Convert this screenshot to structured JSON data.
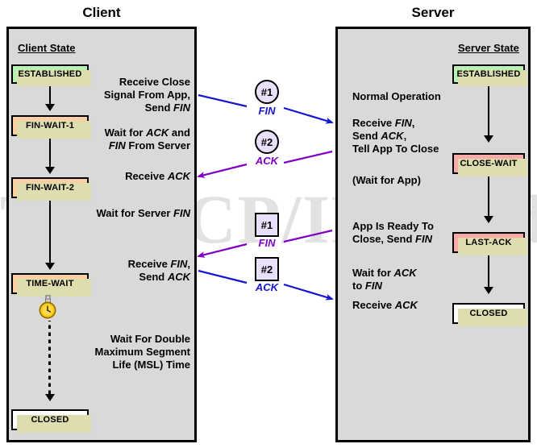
{
  "watermark": "The TCP/IP Guide",
  "columns": {
    "client_title": "Client",
    "server_title": "Server"
  },
  "client": {
    "heading": "Client State",
    "states": [
      {
        "label": "ESTABLISHED",
        "color": "#b6f2b6"
      },
      {
        "label": "FIN-WAIT-1",
        "color": "#fbcfa4"
      },
      {
        "label": "FIN-WAIT-2",
        "color": "#fbcfa4"
      },
      {
        "label": "TIME-WAIT",
        "color": "#fbcfa4"
      },
      {
        "label": "CLOSED",
        "color": "#ffffff"
      }
    ],
    "notes": [
      {
        "lines": [
          "Receive Close",
          "Signal From App,",
          "Send FIN"
        ]
      },
      {
        "lines": [
          "Wait for ACK and",
          "FIN From Server"
        ]
      },
      {
        "lines": [
          "Receive ACK"
        ]
      },
      {
        "lines": [
          "Wait for Server FIN"
        ]
      },
      {
        "lines": [
          "Receive FIN,",
          "Send ACK"
        ]
      },
      {
        "lines": [
          "Wait For Double",
          "Maximum Segment",
          "Life (MSL) Time"
        ]
      }
    ],
    "timer_icon": "pocket-watch-icon"
  },
  "server": {
    "heading": "Server State",
    "states": [
      {
        "label": "ESTABLISHED",
        "color": "#b6f2b6"
      },
      {
        "label": "CLOSE-WAIT",
        "color": "#fbaaaa"
      },
      {
        "label": "LAST-ACK",
        "color": "#fbaaaa"
      },
      {
        "label": "CLOSED",
        "color": "#ffffff"
      }
    ],
    "notes": [
      {
        "lines": [
          "Normal Operation"
        ]
      },
      {
        "lines": [
          "Receive FIN,",
          "Send ACK,",
          "Tell App To Close"
        ]
      },
      {
        "lines": [
          "(Wait for App)"
        ]
      },
      {
        "lines": [
          "App Is Ready To",
          "Close, Send FIN"
        ]
      },
      {
        "lines": [
          "Wait for ACK",
          "to FIN"
        ]
      },
      {
        "lines": [
          "Receive ACK"
        ]
      }
    ]
  },
  "messages": [
    {
      "number": "#1",
      "label": "FIN",
      "direction": "client-to-server",
      "color": "#1414d2",
      "badge_shape": "circle"
    },
    {
      "number": "#2",
      "label": "ACK",
      "direction": "server-to-client",
      "color": "#8000c8",
      "badge_shape": "circle"
    },
    {
      "number": "#1",
      "label": "FIN",
      "direction": "server-to-client",
      "color": "#8000c8",
      "badge_shape": "square"
    },
    {
      "number": "#2",
      "label": "ACK",
      "direction": "client-to-server",
      "color": "#1414d2",
      "badge_shape": "square"
    }
  ],
  "colors": {
    "panel_bg": "#d9d9d9",
    "shadow": "#ddddae",
    "state_established": "#b6f2b6",
    "state_client_wait": "#fbcfa4",
    "state_server_wait": "#fbaaaa",
    "state_closed": "#ffffff",
    "badge_fill": "#e9e0fb",
    "arrow_blue": "#1414d2",
    "arrow_purple": "#8000c8",
    "watermark": "#e2e2e2"
  }
}
